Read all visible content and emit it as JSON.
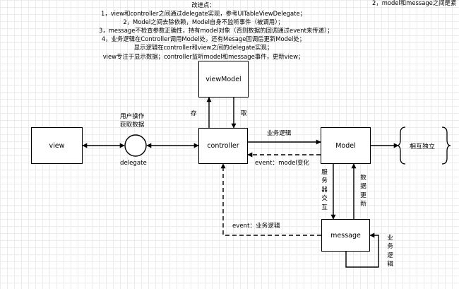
{
  "notes": {
    "title": "改进点：",
    "lines": [
      "1，view和controller之间通过delegate实现，参考UITableViewDelegate；",
      "2，Model之间去除依赖，Model自身不监听事件（被调用）；",
      "3，message不检查参数正确性，持有model对象（否则数据的回调通过event来传递）；",
      "4，业务逻辑在Controller调用Model处，还有Mesage回调后更新Model处；",
      "显示逻辑在controller和view之间的delegate实现；",
      "view专注于显示数据；controller监听model和message事件，更新view；"
    ]
  },
  "corner_note": "2，model和message之间是紧",
  "nodes": {
    "view": "view",
    "viewModel": "viewModel",
    "controller": "controller",
    "model": "Model",
    "message": "message",
    "independent": "相互独立"
  },
  "labels": {
    "user_op_line1": "用户操作",
    "user_op_line2": "获取数据",
    "delegate": "delegate",
    "store": "存",
    "fetch": "取",
    "business_logic": "业务逻辑",
    "event_model_change": "event：model变化",
    "event_business_logic": "event：业务逻辑",
    "service_interaction": "服务器交互",
    "data_update": "数据更新",
    "self_business_logic": "业务逻辑"
  }
}
